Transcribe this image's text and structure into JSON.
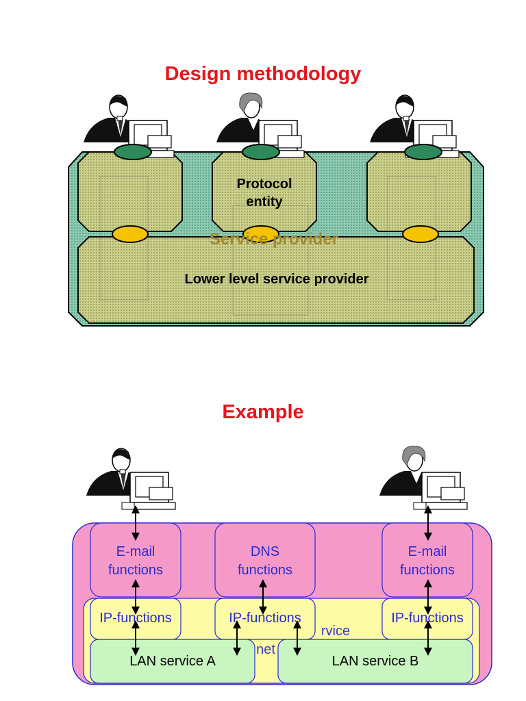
{
  "top_section": {
    "title": "Design methodology",
    "protocol_entity_label": "Protocol\nentity",
    "service_provider_label": "Service provider",
    "lower_level_label": "Lower level service provider"
  },
  "bottom_section": {
    "title": "Example",
    "email_left": "E-mail\nfunctions",
    "dns": "DNS\nfunctions",
    "email_right": "E-mail\nfunctions",
    "ip_left": "IP-functions",
    "ip_middle": "IP-functions",
    "ip_right": "IP-functions",
    "partial_service": "rvice",
    "partial_net": "net",
    "lan_a": "LAN service A",
    "lan_b": "LAN service B"
  },
  "colors": {
    "title_red": "#e8141c",
    "olive_box": "#c9c43a",
    "teal_frame": "#7fbfa8",
    "green_ellipse": "#2e8a5a",
    "yellow_ellipse": "#f5c300",
    "pink_box": "#f59ac8",
    "pale_yellow": "#fdfba6",
    "pale_green": "#c8f5c0",
    "blue_text": "#2b2bcf"
  }
}
